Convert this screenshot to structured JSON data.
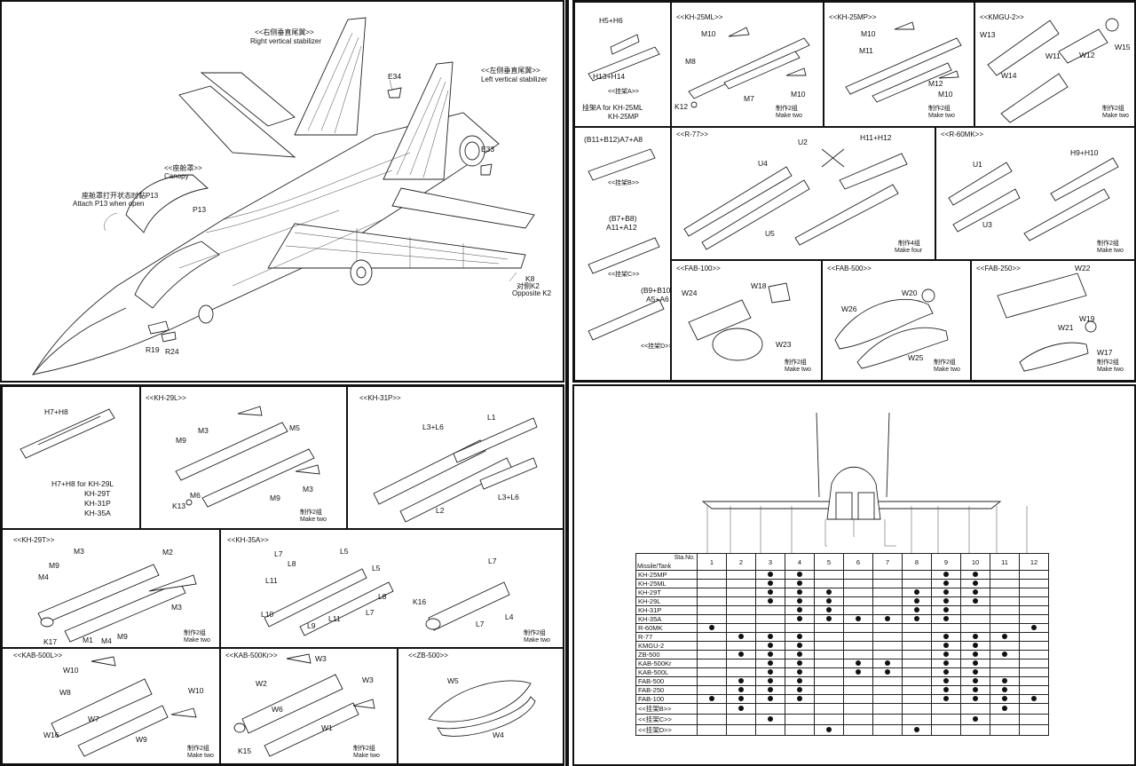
{
  "tl": {
    "right_stab_cn": "<<右侧垂直尾翼>>",
    "right_stab": "Right vertical stabilizer",
    "left_stab_cn": "<<左侧垂直尾翼>>",
    "left_stab": "Left vertical stabilizer",
    "canopy_cn": "<<座舱罩>>",
    "canopy": "Canopy",
    "attach_cn": "座舱罩打开状态时黏P13",
    "attach": "Attach P13 when open",
    "p13": "P13",
    "e34": "E34",
    "e33": "E33",
    "k8": "K8",
    "k2_cn": "对侧K2",
    "k2": "Opposite K2",
    "r19": "R19",
    "r24": "R24"
  },
  "tr": {
    "h56": "H5+H6",
    "h1314": "H13+H14",
    "pylonA": "<<挂架A>>",
    "pylonA_for": "挂架A for KH-25ML",
    "pylonA_for2": "KH-25MP",
    "kh25ml": "<<KH-25ML>>",
    "kh25mp": "<<KH-25MP>>",
    "kmgu": "<<KMGU-2>>",
    "m10": "M10",
    "m8": "M8",
    "m7": "M7",
    "k12": "K12",
    "m11": "M11",
    "m12": "M12",
    "w13": "W13",
    "w11": "W11",
    "w12": "W12",
    "w15": "W15",
    "w14": "W14",
    "make2_cn": "制作2组",
    "make2": "Make two",
    "b11": "(B11+B12)A7+A8",
    "pylonB": "<<挂架B>>",
    "r77": "<<R-77>>",
    "u2": "U2",
    "h1112": "H11+H12",
    "u4": "U4",
    "u5": "U5",
    "make4_cn": "制作4组",
    "make4": "Make four",
    "r60": "<<R-60MK>>",
    "u1": "U1",
    "h910": "H9+H10",
    "u3": "U3",
    "b78": "(B7+B8)",
    "a1112": "A11+A12",
    "pylonC": "<<挂架C>>",
    "b910": "(B9+B10)",
    "a56": "A5+A6",
    "pylonD": "<<挂架D>>",
    "fab100": "<<FAB-100>>",
    "w18": "W18",
    "w24": "W24",
    "w23": "W23",
    "fab500": "<<FAB-500>>",
    "w20": "W20",
    "w26": "W26",
    "w25": "W25",
    "fab250": "<<FAB-250>>",
    "w22": "W22",
    "w19": "W19",
    "w21": "W21",
    "w17": "W17"
  },
  "bl": {
    "h78": "H7+H8",
    "h78for": "H7+H8 for KH-29L",
    "kh29t_l": "KH-29T",
    "kh31p_l": "KH-31P",
    "kh35a_l": "KH-35A",
    "kh29l": "<<KH-29L>>",
    "m3": "M3",
    "m5": "M5",
    "m9": "M9",
    "m6": "M6",
    "k13": "K13",
    "kh31p": "<<KH-31P>>",
    "l36": "L3+L6",
    "l1": "L1",
    "l2": "L2",
    "kh29t": "<<KH-29T>>",
    "m2": "M2",
    "m4": "M4",
    "m1": "M1",
    "k17": "K17",
    "kh35a": "<<KH-35A>>",
    "l7": "L7",
    "l8": "L8",
    "l5": "L5",
    "l11": "L11",
    "l10": "L10",
    "l9": "L9",
    "k16": "K16",
    "l4": "L4",
    "kab500l": "<<KAB-500L>>",
    "w10": "W10",
    "w8": "W8",
    "w7": "W7",
    "w9": "W9",
    "w16": "W16",
    "kab500kr": "<<KAB-500Kr>>",
    "w3": "W3",
    "w2": "W2",
    "w6": "W6",
    "w1": "W1",
    "k15": "K15",
    "zb500": "<<ZB-500>>",
    "w5": "W5",
    "w4": "W4"
  },
  "table": {
    "header_sta": "Sta.No.",
    "header_missile": "Missile/Tank",
    "stations": [
      "1",
      "2",
      "3",
      "4",
      "5",
      "6",
      "7",
      "8",
      "9",
      "10",
      "11",
      "12"
    ],
    "rows": [
      {
        "name": "KH-25MP",
        "s": [
          3,
          4,
          9,
          10
        ]
      },
      {
        "name": "KH-25ML",
        "s": [
          3,
          4,
          9,
          10
        ]
      },
      {
        "name": "KH-29T",
        "s": [
          3,
          4,
          5,
          8,
          9,
          10
        ]
      },
      {
        "name": "KH-29L",
        "s": [
          3,
          4,
          5,
          8,
          9,
          10
        ]
      },
      {
        "name": "KH-31P",
        "s": [
          4,
          5,
          8,
          9
        ]
      },
      {
        "name": "KH-35A",
        "s": [
          4,
          5,
          6,
          7,
          8,
          9
        ]
      },
      {
        "name": "R-60MK",
        "s": [
          1,
          12
        ]
      },
      {
        "name": "R-77",
        "s": [
          2,
          3,
          4,
          9,
          10,
          11
        ]
      },
      {
        "name": "KMGU-2",
        "s": [
          3,
          4,
          9,
          10
        ]
      },
      {
        "name": "ZB-500",
        "s": [
          2,
          3,
          4,
          9,
          10,
          11
        ]
      },
      {
        "name": "KAB-500Kr",
        "s": [
          3,
          4,
          6,
          7,
          9,
          10
        ]
      },
      {
        "name": "KAB-500L",
        "s": [
          3,
          4,
          6,
          7,
          9,
          10
        ]
      },
      {
        "name": "FAB-500",
        "s": [
          2,
          3,
          4,
          9,
          10,
          11
        ]
      },
      {
        "name": "FAB-250",
        "s": [
          2,
          3,
          4,
          9,
          10,
          11
        ]
      },
      {
        "name": "FAB-100",
        "s": [
          1,
          2,
          3,
          4,
          9,
          10,
          11,
          12
        ]
      },
      {
        "name": "<<挂架B>>",
        "s": [
          2,
          11
        ]
      },
      {
        "name": "<<挂架C>>",
        "s": [
          3,
          10
        ]
      },
      {
        "name": "<<挂架D>>",
        "s": [
          5,
          8
        ]
      }
    ]
  }
}
